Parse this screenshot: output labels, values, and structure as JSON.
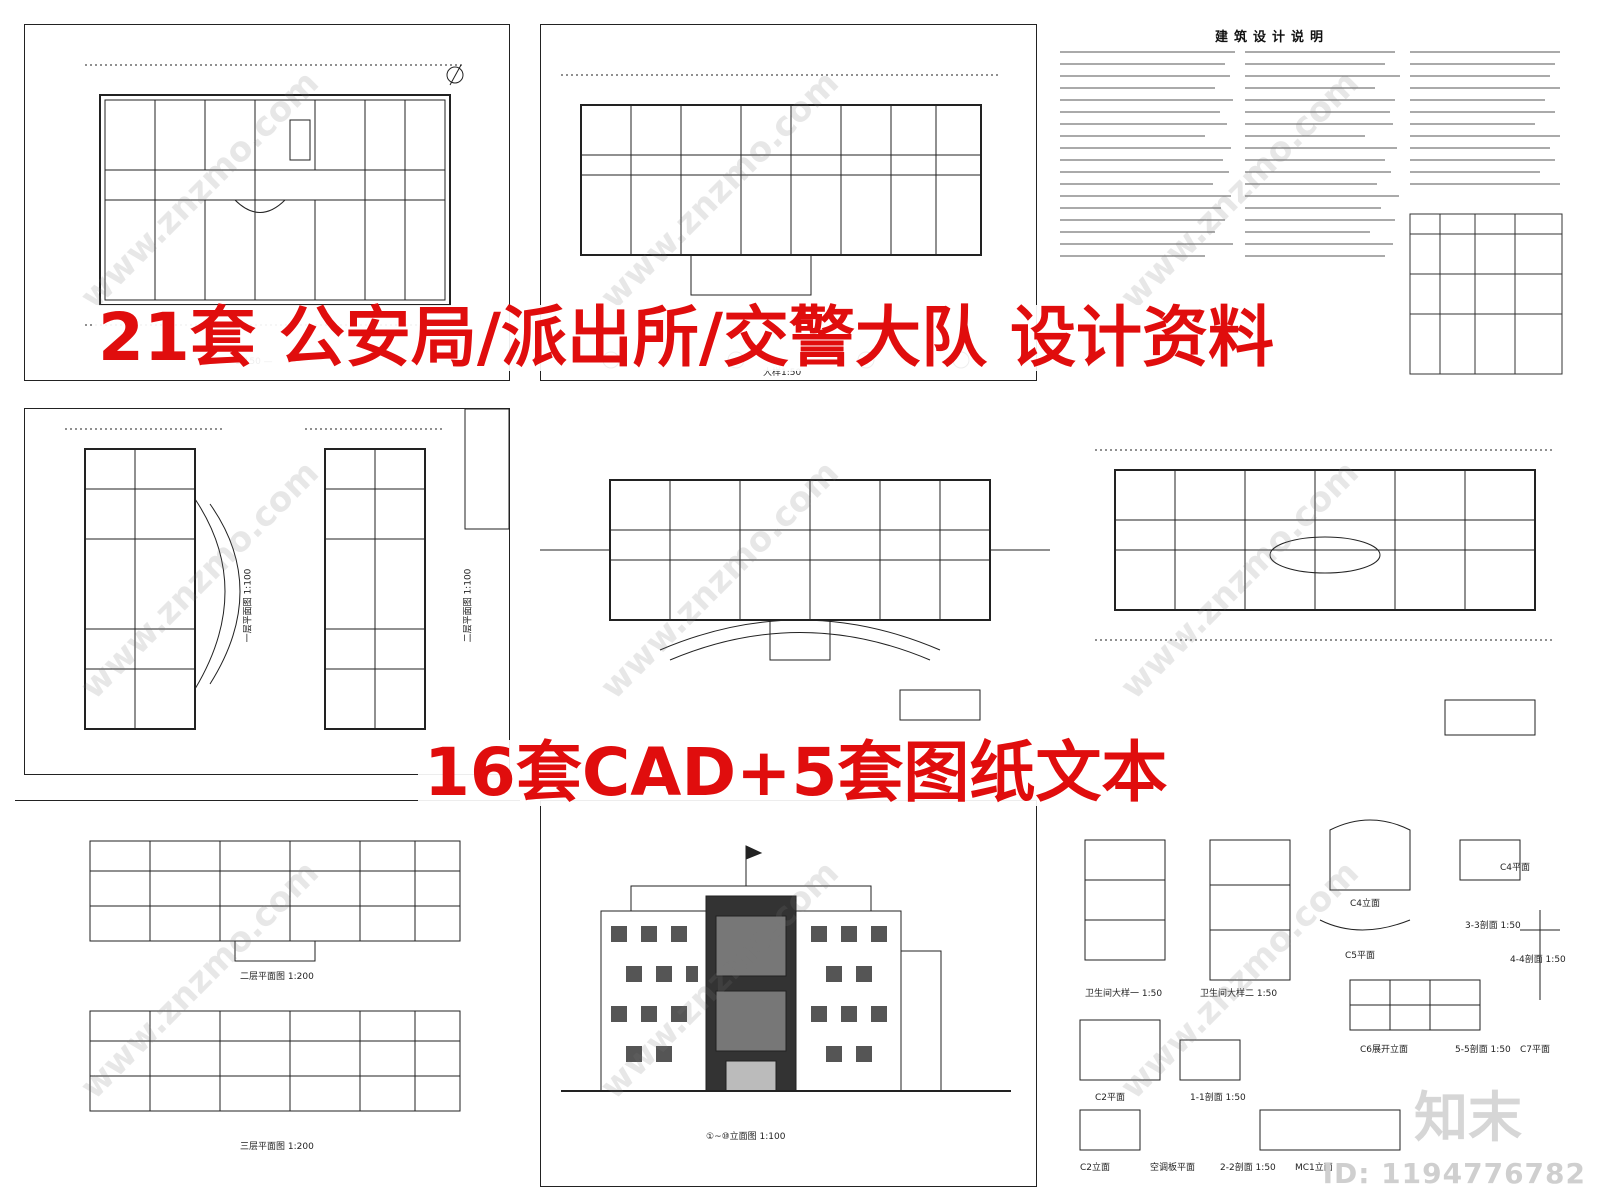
{
  "headline_top": "21套 公安局/派出所/交警大队 设计资料",
  "headline_mid": "16套CAD+5套图纸文本",
  "spec_sheet_title": "建筑设计说明",
  "labels": {
    "plan_2f": "二层平面图 1:200",
    "plan_3f": "三层平面图 1:200",
    "elevation": "①~⑩立面图 1:100",
    "detail_1": "卫生间大样一 1:50",
    "detail_2": "卫生间大样二 1:50",
    "c4_elev": "C4立面",
    "c5_plan": "C5平面",
    "c4_plan": "C4平面",
    "sec_33": "3-3剖面 1:50",
    "sec_44": "4-4剖面 1:50",
    "sec_55": "5-5剖面 1:50",
    "c7_plan": "C7平面",
    "c2_plan": "C2平面",
    "c2_elev": "C2立面",
    "sec_11": "1-1剖面 1:50",
    "sec_22": "2-2剖面 1:50",
    "ac_plan": "空调板平面",
    "mc1": "MC1立面",
    "c6_elev": "C6展开立面",
    "big_sample": "大样1:50",
    "plan_1f_left": "一层平面图 1:100",
    "plan_2f_left": "二层平面图 1:100"
  },
  "watermark": "www.znzmo.com",
  "brand": "知末",
  "id_text": "ID: 1194776782",
  "colors": {
    "headline": "#e00d0d",
    "line": "#222222"
  }
}
